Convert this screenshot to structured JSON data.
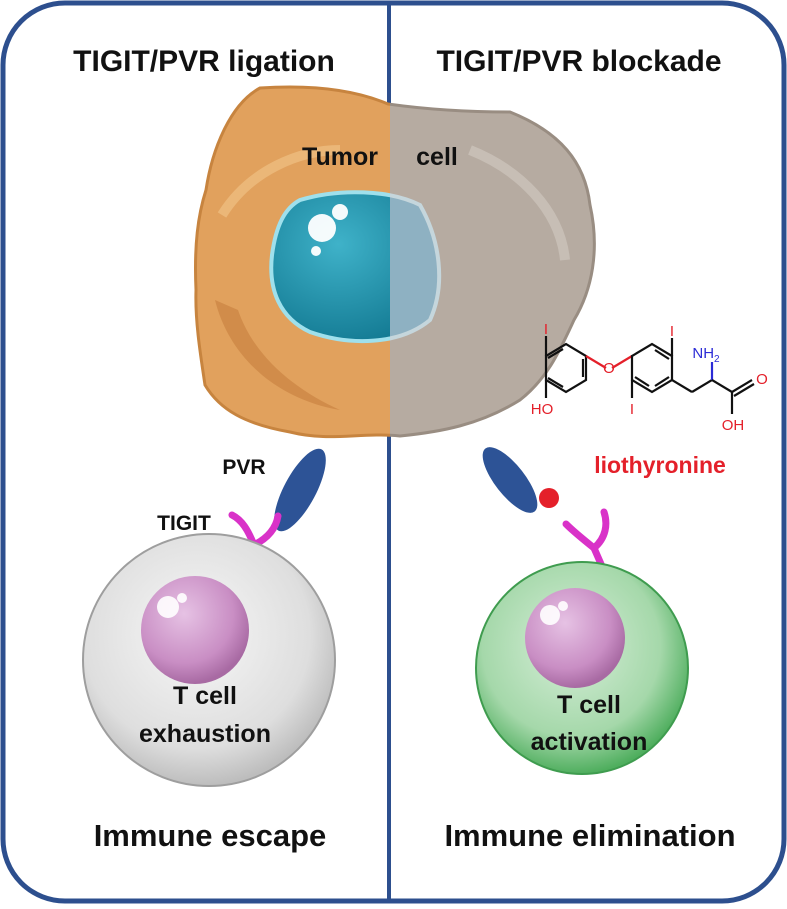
{
  "left_panel": {
    "title": "TIGIT/PVR ligation",
    "receptor_labels": {
      "pvr": "PVR",
      "tigit": "TIGIT"
    },
    "t_cell": {
      "line1": "T cell",
      "line2": "exhaustion"
    },
    "outcome": "Immune escape"
  },
  "right_panel": {
    "title": "TIGIT/PVR blockade",
    "t_cell": {
      "line1": "T cell",
      "line2": "activation"
    },
    "outcome": "Immune elimination"
  },
  "tumor_cell": {
    "left_word": "Tumor",
    "right_word": "cell"
  },
  "drug": {
    "name": "liothyronine",
    "atoms": {
      "iodine": "I",
      "oxygen": "O",
      "hydroxyl": "HO",
      "amine": "NH",
      "amine_subscript": "2",
      "acid_oh": "OH",
      "acid_o": "O"
    }
  },
  "colors": {
    "frame": "#2d4f8e",
    "tumor_orange": "#e0a05c",
    "tumor_gray": "#b5aaa0",
    "nucleus": "#1f8fa8",
    "receptor_blue": "#2d5396",
    "tigit_magenta": "#d932c8",
    "drug_red": "#e4202a",
    "exhausted_cell": "#dcdcdc",
    "active_cell": "#9fd3a5"
  }
}
